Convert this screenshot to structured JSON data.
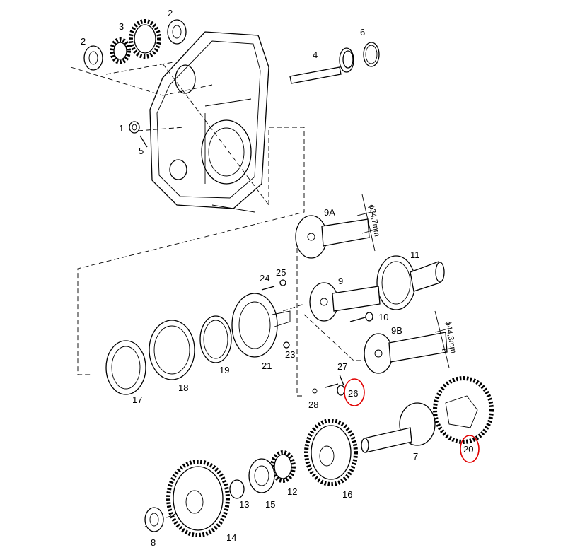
{
  "diagram": {
    "title": "Exploded parts view - transfer gearbox",
    "highlight_color": "#e00000",
    "labels": {
      "p2a": "2",
      "p3": "3",
      "p2b": "2",
      "p6": "6",
      "p4": "4",
      "p1": "1",
      "p5": "5",
      "p9a": "9A",
      "p11": "11",
      "p24": "24",
      "p25": "25",
      "p9": "9",
      "p10": "10",
      "p9b": "9B",
      "p27": "27",
      "p26": "26",
      "p28": "28",
      "p23": "23",
      "p21": "21",
      "p19": "19",
      "p18": "18",
      "p17": "17",
      "p20": "20",
      "p7": "7",
      "p16": "16",
      "p12": "12",
      "p15": "15",
      "p13": "13",
      "p14": "14",
      "p8": "8"
    },
    "dimensions": {
      "d9a": "ϕ34,7mm",
      "d9b": "ϕ44,3mm"
    },
    "highlighted_parts": [
      "26",
      "20"
    ]
  }
}
